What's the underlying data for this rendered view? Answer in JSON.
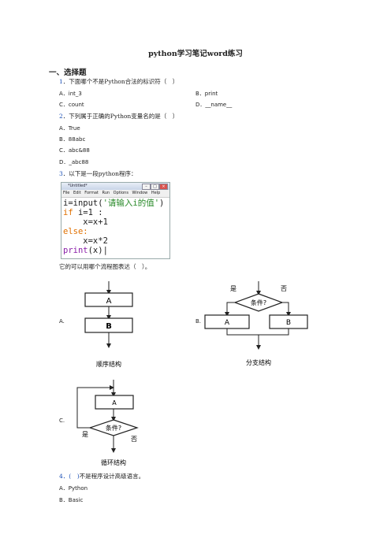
{
  "doc": {
    "title": "python学习笔记word练习",
    "section": "一、选择题"
  },
  "q1": {
    "num": "1",
    "text": "下面哪个不是Python合法的标识符（　）",
    "opts": [
      "A．int_3",
      "B．print",
      "C．count",
      "D．__name__"
    ]
  },
  "q2": {
    "num": "2",
    "text": "下列属于正确的Python变量名的是（　）",
    "opts": [
      "A．True",
      "B．88abc",
      "C．abc&88",
      "D．_abc88"
    ]
  },
  "q3": {
    "num": "3",
    "text": "以下是一段python程序：",
    "window_title": "*Untitled*",
    "menu": [
      "File",
      "Edit",
      "Format",
      "Run",
      "Options",
      "Window",
      "Help"
    ],
    "code": {
      "l1a": "i=input(",
      "l1b": "'请输入i的值'",
      "l1c": ")",
      "l2a": "if",
      "l2b": " i=1 :",
      "l3": "    x=x+1",
      "l4": "else:",
      "l5": "    x=x*2",
      "l6a": "print",
      "l6b": "(x)"
    },
    "after": "它的可以用哪个流程图表达（　）。"
  },
  "options": {
    "a": {
      "letter": "A.",
      "box1": "A",
      "box2": "B",
      "caption": "顺序结构"
    },
    "b": {
      "letter": "B.",
      "yes": "是",
      "no": "否",
      "cond": "条件?",
      "box1": "A",
      "box2": "B",
      "caption": "分支结构"
    },
    "c": {
      "letter": "C.",
      "box": "A",
      "cond": "条件?",
      "yes": "是",
      "no": "否",
      "caption": "循环结构"
    }
  },
  "q4": {
    "num": "4．(　)",
    "text": "不是程序设计高级语言。",
    "opts": [
      "A．Python",
      "B．Basic"
    ]
  },
  "colors": {
    "question_number": "#1a4fb5",
    "keyword": "#e07000",
    "string": "#2a8a2a"
  }
}
